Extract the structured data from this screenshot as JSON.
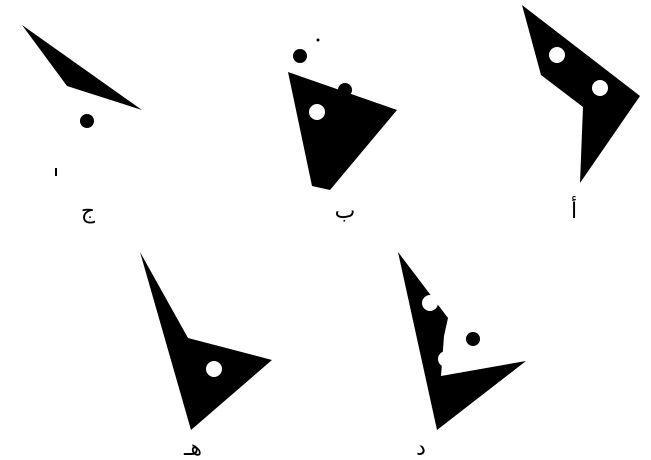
{
  "figure": {
    "ink_color": "#000000",
    "hole_color": "#ffffff",
    "panels": [
      {
        "id": "a",
        "label": "أ"
      },
      {
        "id": "b",
        "label": "ب"
      },
      {
        "id": "c",
        "label": "ج"
      },
      {
        "id": "d",
        "label": "د"
      },
      {
        "id": "e",
        "label": "هـ"
      }
    ]
  }
}
